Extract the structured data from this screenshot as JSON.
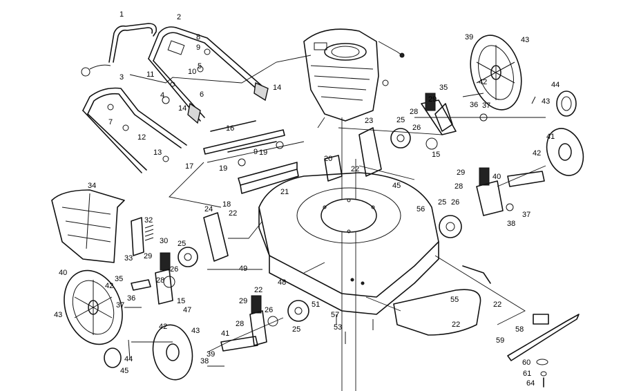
{
  "callouts": [
    {
      "id": "c1",
      "text": "1"
    },
    {
      "id": "c2",
      "text": "2"
    },
    {
      "id": "c3",
      "text": "3"
    },
    {
      "id": "c4",
      "text": "4"
    },
    {
      "id": "c5",
      "text": "5"
    },
    {
      "id": "c6",
      "text": "6"
    },
    {
      "id": "c7",
      "text": "7"
    },
    {
      "id": "c8",
      "text": "8"
    },
    {
      "id": "c9a",
      "text": "9"
    },
    {
      "id": "c9b",
      "text": "9"
    },
    {
      "id": "c10",
      "text": "10"
    },
    {
      "id": "c11",
      "text": "11"
    },
    {
      "id": "c12",
      "text": "12"
    },
    {
      "id": "c13",
      "text": "13"
    },
    {
      "id": "c14a",
      "text": "14"
    },
    {
      "id": "c14b",
      "text": "14"
    },
    {
      "id": "c15a",
      "text": "15"
    },
    {
      "id": "c15b",
      "text": "15"
    },
    {
      "id": "c16",
      "text": "16"
    },
    {
      "id": "c17",
      "text": "17"
    },
    {
      "id": "c18",
      "text": "18"
    },
    {
      "id": "c19a",
      "text": "19"
    },
    {
      "id": "c19b",
      "text": "19"
    },
    {
      "id": "c20",
      "text": "20"
    },
    {
      "id": "c21",
      "text": "21"
    },
    {
      "id": "c22a",
      "text": "22"
    },
    {
      "id": "c22b",
      "text": "22"
    },
    {
      "id": "c22c",
      "text": "22"
    },
    {
      "id": "c22d",
      "text": "22"
    },
    {
      "id": "c22e",
      "text": "22"
    },
    {
      "id": "c23",
      "text": "23"
    },
    {
      "id": "c24",
      "text": "24"
    },
    {
      "id": "c25a",
      "text": "25"
    },
    {
      "id": "c25b",
      "text": "25"
    },
    {
      "id": "c25c",
      "text": "25"
    },
    {
      "id": "c25d",
      "text": "25"
    },
    {
      "id": "c26a",
      "text": "26"
    },
    {
      "id": "c26b",
      "text": "26"
    },
    {
      "id": "c26c",
      "text": "26"
    },
    {
      "id": "c26d",
      "text": "26"
    },
    {
      "id": "c28a",
      "text": "28"
    },
    {
      "id": "c28b",
      "text": "28"
    },
    {
      "id": "c28c",
      "text": "28"
    },
    {
      "id": "c28d",
      "text": "28"
    },
    {
      "id": "c29a",
      "text": "29"
    },
    {
      "id": "c29b",
      "text": "29"
    },
    {
      "id": "c29c",
      "text": "29"
    },
    {
      "id": "c29d",
      "text": "29"
    },
    {
      "id": "c30",
      "text": "30"
    },
    {
      "id": "c32",
      "text": "32"
    },
    {
      "id": "c33",
      "text": "33"
    },
    {
      "id": "c34",
      "text": "34"
    },
    {
      "id": "c35a",
      "text": "35"
    },
    {
      "id": "c35b",
      "text": "35"
    },
    {
      "id": "c36a",
      "text": "36"
    },
    {
      "id": "c36b",
      "text": "36"
    },
    {
      "id": "c37a",
      "text": "37"
    },
    {
      "id": "c37b",
      "text": "37"
    },
    {
      "id": "c37c",
      "text": "37"
    },
    {
      "id": "c38a",
      "text": "38"
    },
    {
      "id": "c38b",
      "text": "38"
    },
    {
      "id": "c39a",
      "text": "39"
    },
    {
      "id": "c39b",
      "text": "39"
    },
    {
      "id": "c40a",
      "text": "40"
    },
    {
      "id": "c40b",
      "text": "40"
    },
    {
      "id": "c41a",
      "text": "41"
    },
    {
      "id": "c41b",
      "text": "41"
    },
    {
      "id": "c42a",
      "text": "42"
    },
    {
      "id": "c42b",
      "text": "42"
    },
    {
      "id": "c42c",
      "text": "42"
    },
    {
      "id": "c42d",
      "text": "42"
    },
    {
      "id": "c43a",
      "text": "43"
    },
    {
      "id": "c43b",
      "text": "43"
    },
    {
      "id": "c43c",
      "text": "43"
    },
    {
      "id": "c43d",
      "text": "43"
    },
    {
      "id": "c44a",
      "text": "44"
    },
    {
      "id": "c44b",
      "text": "44"
    },
    {
      "id": "c45a",
      "text": "45"
    },
    {
      "id": "c45b",
      "text": "45"
    },
    {
      "id": "c47",
      "text": "47"
    },
    {
      "id": "c48",
      "text": "48"
    },
    {
      "id": "c49",
      "text": "49"
    },
    {
      "id": "c51",
      "text": "51"
    },
    {
      "id": "c53",
      "text": "53"
    },
    {
      "id": "c55",
      "text": "55"
    },
    {
      "id": "c56",
      "text": "56"
    },
    {
      "id": "c57",
      "text": "57"
    },
    {
      "id": "c58",
      "text": "58"
    },
    {
      "id": "c59",
      "text": "59"
    },
    {
      "id": "c60",
      "text": "60"
    },
    {
      "id": "c61",
      "text": "61"
    },
    {
      "id": "c64",
      "text": "64"
    }
  ]
}
